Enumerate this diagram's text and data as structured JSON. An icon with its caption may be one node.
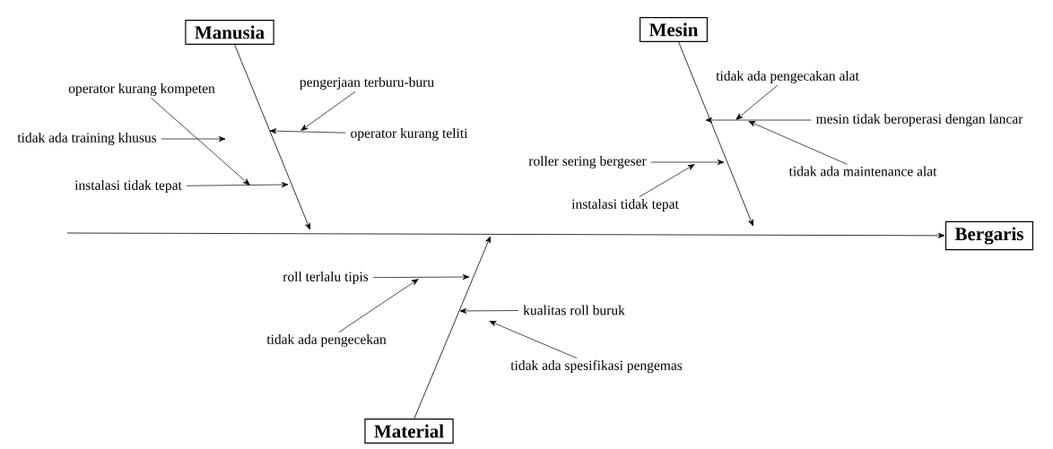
{
  "diagram": {
    "nodes": [
      {
        "text": [
          "Manusia"
        ]
      },
      {
        "text": [
          "Mesin"
        ]
      },
      {
        "text": [
          "Bergaris"
        ]
      },
      {
        "text": [
          "Material"
        ]
      },
      {
        "text": [
          "operator kurang kompeten"
        ]
      },
      {
        "text": [
          "tidak ada training khusus"
        ]
      },
      {
        "text": [
          "instalasi tidak tepat"
        ]
      },
      {
        "text": [
          "pengerjaan terburu-buru"
        ]
      },
      {
        "text": [
          "operator kurang teliti"
        ]
      },
      {
        "text": [
          "tidak ada pengecakan alat"
        ]
      },
      {
        "text": [
          "mesin tidak beroperasi dengan lancar"
        ]
      },
      {
        "text": [
          "tidak ada maintenance alat"
        ]
      },
      {
        "text": [
          "roller sering bergeser"
        ]
      },
      {
        "text": [
          "instalasi tidak tepat"
        ]
      },
      {
        "text": [
          "roll terlalu tipis"
        ]
      },
      {
        "text": [
          "tidak ada pengecekan"
        ]
      },
      {
        "text": [
          "kualitas roll buruk"
        ]
      },
      {
        "text": [
          "tidak ada spesifikasi pengemas"
        ]
      }
    ],
    "edges": [
      {
        "from": null,
        "to": 2,
        "arrow": "to"
      },
      {
        "from": 0,
        "to": null,
        "arrow": "to"
      },
      {
        "from": 1,
        "to": null,
        "arrow": "to"
      },
      {
        "from": 3,
        "to": null,
        "arrow": "to"
      },
      {
        "from": 6,
        "to": null,
        "arrow": "to"
      },
      {
        "from": 4,
        "to": null,
        "arrow": "to"
      },
      {
        "from": 5,
        "to": null,
        "arrow": "to"
      },
      {
        "from": 8,
        "to": null,
        "arrow": "to"
      },
      {
        "from": 7,
        "to": null,
        "arrow": "to"
      },
      {
        "from": 10,
        "to": null,
        "arrow": "to"
      },
      {
        "from": 9,
        "to": null,
        "arrow": "to"
      },
      {
        "from": 11,
        "to": null,
        "arrow": "to"
      },
      {
        "from": 12,
        "to": null,
        "arrow": "to"
      },
      {
        "from": 13,
        "to": null,
        "arrow": "to"
      },
      {
        "from": 14,
        "to": null,
        "arrow": "to"
      },
      {
        "from": 15,
        "to": null,
        "arrow": "to"
      },
      {
        "from": 16,
        "to": null,
        "arrow": "to"
      },
      {
        "from": 17,
        "to": null,
        "arrow": "to"
      }
    ]
  }
}
